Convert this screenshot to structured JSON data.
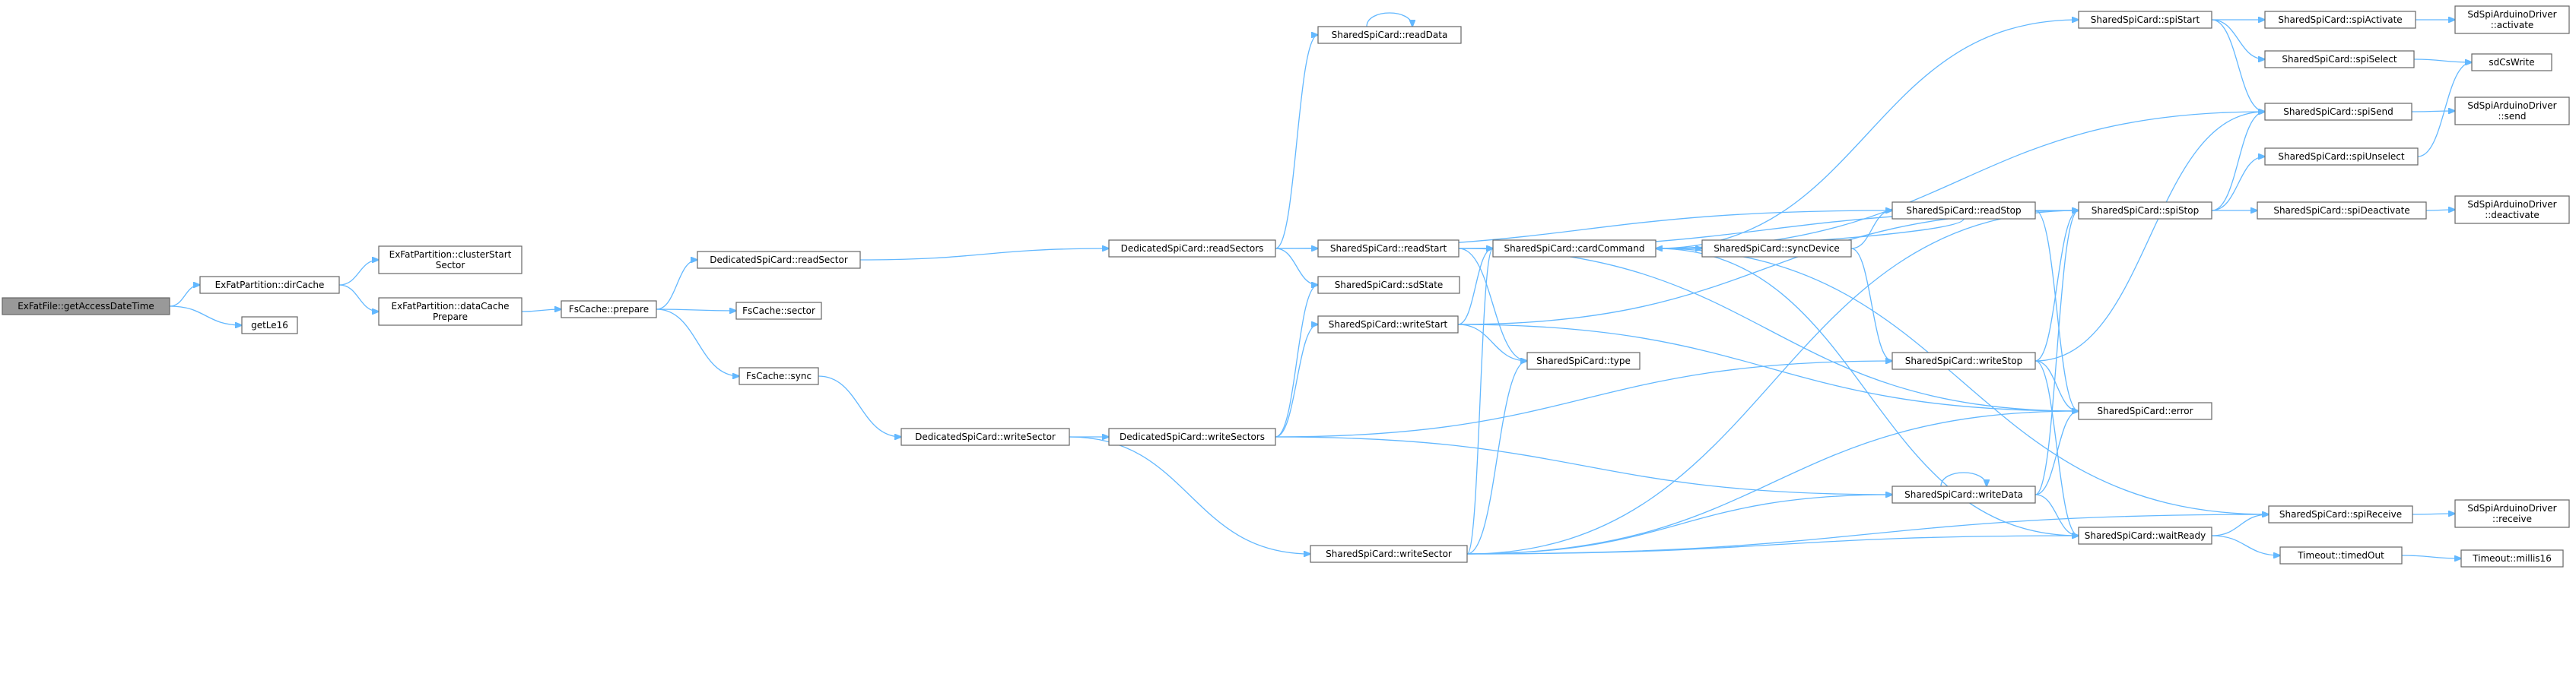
{
  "graph": {
    "root": "ExFatFile::getAccessDateTime",
    "nodes": [
      {
        "id": "root",
        "lines": [
          "ExFatFile::getAccessDateTime"
        ]
      },
      {
        "id": "dirCache",
        "lines": [
          "ExFatPartition::dirCache"
        ]
      },
      {
        "id": "getLe16",
        "lines": [
          "getLe16"
        ]
      },
      {
        "id": "clusterStart",
        "lines": [
          "ExFatPartition::clusterStart",
          "Sector"
        ]
      },
      {
        "id": "dataCache",
        "lines": [
          "ExFatPartition::dataCache",
          "Prepare"
        ]
      },
      {
        "id": "prepare",
        "lines": [
          "FsCache::prepare"
        ]
      },
      {
        "id": "dReadSector",
        "lines": [
          "DedicatedSpiCard::readSector"
        ]
      },
      {
        "id": "sector",
        "lines": [
          "FsCache::sector"
        ]
      },
      {
        "id": "sync",
        "lines": [
          "FsCache::sync"
        ]
      },
      {
        "id": "dWriteSector",
        "lines": [
          "DedicatedSpiCard::writeSector"
        ]
      },
      {
        "id": "dReadSectors",
        "lines": [
          "DedicatedSpiCard::readSectors"
        ]
      },
      {
        "id": "dWriteSectors",
        "lines": [
          "DedicatedSpiCard::writeSectors"
        ]
      },
      {
        "id": "readData",
        "lines": [
          "SharedSpiCard::readData"
        ]
      },
      {
        "id": "readStart",
        "lines": [
          "SharedSpiCard::readStart"
        ]
      },
      {
        "id": "sdState",
        "lines": [
          "SharedSpiCard::sdState"
        ]
      },
      {
        "id": "writeStart",
        "lines": [
          "SharedSpiCard::writeStart"
        ]
      },
      {
        "id": "sWriteSector",
        "lines": [
          "SharedSpiCard::writeSector"
        ]
      },
      {
        "id": "cardCommand",
        "lines": [
          "SharedSpiCard::cardCommand"
        ]
      },
      {
        "id": "type",
        "lines": [
          "SharedSpiCard::type"
        ]
      },
      {
        "id": "syncDevice",
        "lines": [
          "SharedSpiCard::syncDevice"
        ]
      },
      {
        "id": "readStop",
        "lines": [
          "SharedSpiCard::readStop"
        ]
      },
      {
        "id": "writeStop",
        "lines": [
          "SharedSpiCard::writeStop"
        ]
      },
      {
        "id": "writeData",
        "lines": [
          "SharedSpiCard::writeData"
        ]
      },
      {
        "id": "spiStart",
        "lines": [
          "SharedSpiCard::spiStart"
        ]
      },
      {
        "id": "spiStop",
        "lines": [
          "SharedSpiCard::spiStop"
        ]
      },
      {
        "id": "error",
        "lines": [
          "SharedSpiCard::error"
        ]
      },
      {
        "id": "waitReady",
        "lines": [
          "SharedSpiCard::waitReady"
        ]
      },
      {
        "id": "spiActivate",
        "lines": [
          "SharedSpiCard::spiActivate"
        ]
      },
      {
        "id": "spiSelect",
        "lines": [
          "SharedSpiCard::spiSelect"
        ]
      },
      {
        "id": "spiSend",
        "lines": [
          "SharedSpiCard::spiSend"
        ]
      },
      {
        "id": "spiUnselect",
        "lines": [
          "SharedSpiCard::spiUnselect"
        ]
      },
      {
        "id": "spiDeactivate",
        "lines": [
          "SharedSpiCard::spiDeactivate"
        ]
      },
      {
        "id": "spiReceive",
        "lines": [
          "SharedSpiCard::spiReceive"
        ]
      },
      {
        "id": "timedOut",
        "lines": [
          "Timeout::timedOut"
        ]
      },
      {
        "id": "drvActivate",
        "lines": [
          "SdSpiArduinoDriver",
          "::activate"
        ]
      },
      {
        "id": "sdCsWrite",
        "lines": [
          "sdCsWrite"
        ]
      },
      {
        "id": "drvSend",
        "lines": [
          "SdSpiArduinoDriver",
          "::send"
        ]
      },
      {
        "id": "drvDeactivate",
        "lines": [
          "SdSpiArduinoDriver",
          "::deactivate"
        ]
      },
      {
        "id": "drvReceive",
        "lines": [
          "SdSpiArduinoDriver",
          "::receive"
        ]
      },
      {
        "id": "millis16",
        "lines": [
          "Timeout::millis16"
        ]
      }
    ],
    "edges": [
      [
        "root",
        "dirCache"
      ],
      [
        "root",
        "getLe16"
      ],
      [
        "dirCache",
        "clusterStart"
      ],
      [
        "dirCache",
        "dataCache"
      ],
      [
        "dataCache",
        "prepare"
      ],
      [
        "prepare",
        "dReadSector"
      ],
      [
        "prepare",
        "sector"
      ],
      [
        "prepare",
        "sync"
      ],
      [
        "dReadSector",
        "dReadSectors"
      ],
      [
        "sync",
        "dWriteSector"
      ],
      [
        "dWriteSector",
        "dWriteSectors"
      ],
      [
        "dWriteSector",
        "sWriteSector"
      ],
      [
        "dReadSectors",
        "readData"
      ],
      [
        "dReadSectors",
        "readStart"
      ],
      [
        "dReadSectors",
        "sdState"
      ],
      [
        "dReadSectors",
        "readStop"
      ],
      [
        "dWriteSectors",
        "sdState"
      ],
      [
        "dWriteSectors",
        "writeStart"
      ],
      [
        "dWriteSectors",
        "writeStop"
      ],
      [
        "dWriteSectors",
        "writeData"
      ],
      [
        "readData",
        "readData"
      ],
      [
        "readStart",
        "cardCommand"
      ],
      [
        "readStart",
        "type"
      ],
      [
        "readStart",
        "error"
      ],
      [
        "readStart",
        "spiStop"
      ],
      [
        "writeStart",
        "cardCommand"
      ],
      [
        "writeStart",
        "type"
      ],
      [
        "writeStart",
        "error"
      ],
      [
        "writeStart",
        "spiStop"
      ],
      [
        "sWriteSector",
        "cardCommand"
      ],
      [
        "sWriteSector",
        "type"
      ],
      [
        "sWriteSector",
        "writeData"
      ],
      [
        "sWriteSector",
        "waitReady"
      ],
      [
        "sWriteSector",
        "error"
      ],
      [
        "sWriteSector",
        "spiStop"
      ],
      [
        "sWriteSector",
        "spiReceive"
      ],
      [
        "cardCommand",
        "syncDevice"
      ],
      [
        "cardCommand",
        "spiStart"
      ],
      [
        "cardCommand",
        "spiSend"
      ],
      [
        "cardCommand",
        "spiReceive"
      ],
      [
        "cardCommand",
        "waitReady"
      ],
      [
        "syncDevice",
        "readStop"
      ],
      [
        "syncDevice",
        "writeStop"
      ],
      [
        "readStop",
        "cardCommand"
      ],
      [
        "readStop",
        "spiStop"
      ],
      [
        "readStop",
        "error"
      ],
      [
        "writeStop",
        "spiStop"
      ],
      [
        "writeStop",
        "error"
      ],
      [
        "writeStop",
        "waitReady"
      ],
      [
        "writeStop",
        "spiSend"
      ],
      [
        "writeData",
        "writeData"
      ],
      [
        "writeData",
        "spiStop"
      ],
      [
        "writeData",
        "error"
      ],
      [
        "writeData",
        "waitReady"
      ],
      [
        "spiStart",
        "spiActivate"
      ],
      [
        "spiStart",
        "spiSelect"
      ],
      [
        "spiStart",
        "spiSend"
      ],
      [
        "spiStop",
        "spiSend"
      ],
      [
        "spiStop",
        "spiUnselect"
      ],
      [
        "spiStop",
        "spiDeactivate"
      ],
      [
        "waitReady",
        "spiReceive"
      ],
      [
        "waitReady",
        "timedOut"
      ],
      [
        "spiActivate",
        "drvActivate"
      ],
      [
        "spiSelect",
        "sdCsWrite"
      ],
      [
        "spiSend",
        "drvSend"
      ],
      [
        "spiUnselect",
        "sdCsWrite"
      ],
      [
        "spiDeactivate",
        "drvDeactivate"
      ],
      [
        "spiReceive",
        "drvReceive"
      ],
      [
        "timedOut",
        "millis16"
      ]
    ]
  },
  "colors": {
    "edge": "#63b8ff",
    "node_border": "#666666",
    "root_fill": "#999999"
  }
}
